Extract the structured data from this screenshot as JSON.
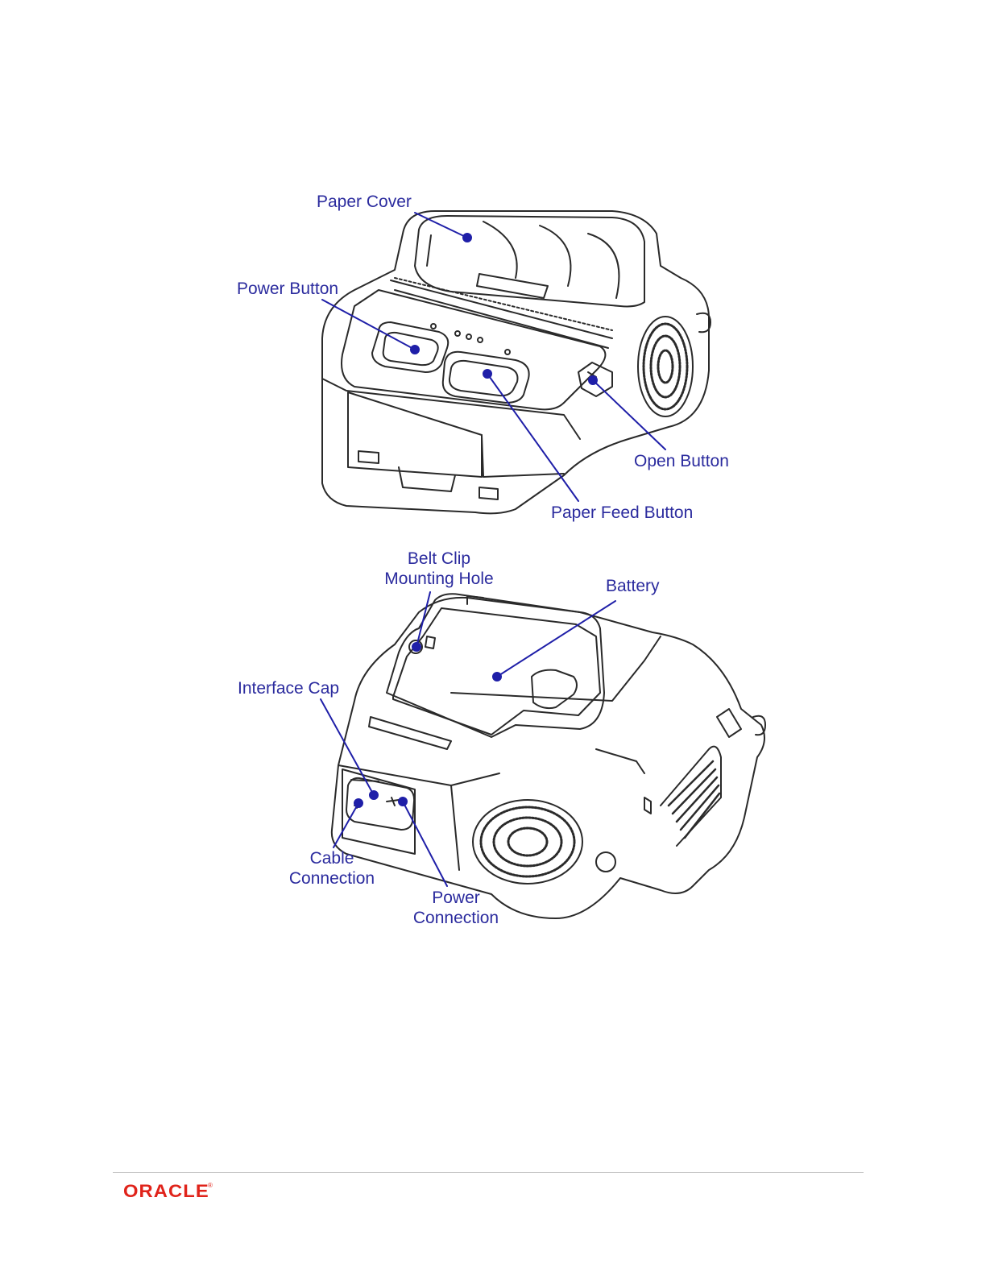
{
  "theme": {
    "label_color": "#2b2b9e",
    "line_color": "#1f1fa8",
    "drawing_color": "#2a2a2a",
    "brand_color": "#e0231a"
  },
  "top_view": {
    "paper_cover": "Paper Cover",
    "power_button": "Power Button",
    "open_button": "Open Button",
    "paper_feed_button": "Paper Feed Button"
  },
  "bottom_view": {
    "belt_clip_line1": "Belt Clip",
    "belt_clip_line2": "Mounting Hole",
    "battery": "Battery",
    "interface_cap": "Interface Cap",
    "cable_connection_line1": "Cable",
    "cable_connection_line2": "Connection",
    "power_connection_line1": "Power",
    "power_connection_line2": "Connection"
  },
  "footer": {
    "logo_text": "ORACLE",
    "logo_mark": "®"
  }
}
